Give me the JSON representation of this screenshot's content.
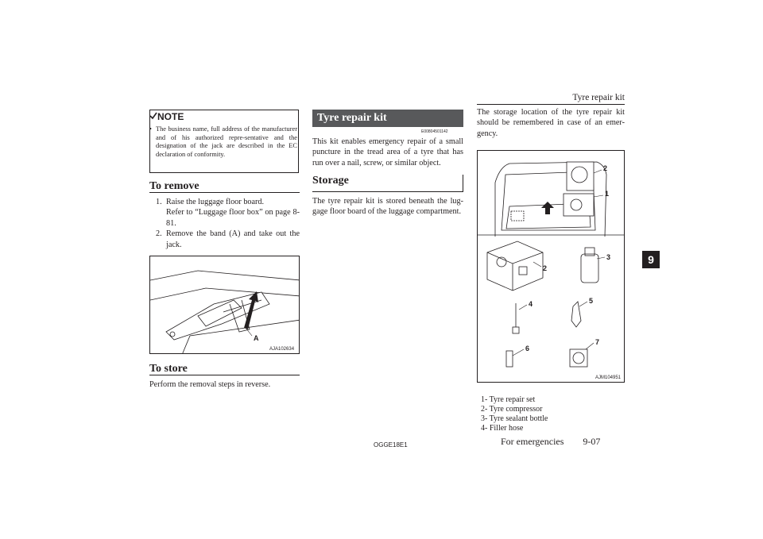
{
  "header": {
    "section_title": "Tyre repair kit"
  },
  "note": {
    "label": "NOTE",
    "text": "The business name, full address of the manufacturer and of his authorized repre-sentative and the designation of the jack are described in the EC declaration of conformity."
  },
  "to_remove": {
    "heading": "To remove",
    "steps": [
      {
        "num": "1.",
        "text": "Raise the luggage floor board."
      },
      {
        "num": "",
        "text": "Refer to “Luggage floor box” on page 8-81."
      },
      {
        "num": "2.",
        "text": "Remove the band (A) and take out the jack."
      }
    ],
    "figure_callout": "A",
    "figure_code": "AJA102634"
  },
  "to_store": {
    "heading": "To store",
    "text": "Perform the removal steps in reverse."
  },
  "tyre_repair_kit": {
    "title": "Tyre repair kit",
    "code": "E00804501142",
    "text": "This kit enables emergency repair of a small puncture in the tread area of a tyre that has run over a nail, screw, or similar object."
  },
  "storage": {
    "heading": "Storage",
    "text": "The tyre repair kit is stored beneath the lug-gage floor board of the luggage compartment."
  },
  "right_column": {
    "intro": "The storage location of the tyre repair kit should be remembered in case of an emer-gency.",
    "figure_code": "AJM104951",
    "callouts": [
      "1",
      "2",
      "2",
      "3",
      "4",
      "5",
      "6",
      "7"
    ],
    "legend": [
      "1- Tyre repair set",
      "2- Tyre compressor",
      "3- Tyre sealant bottle",
      "4- Filler hose"
    ]
  },
  "footer": {
    "code": "OGGE18E1",
    "section": "For emergencies",
    "page": "9-07"
  },
  "chapter_tab": "9"
}
